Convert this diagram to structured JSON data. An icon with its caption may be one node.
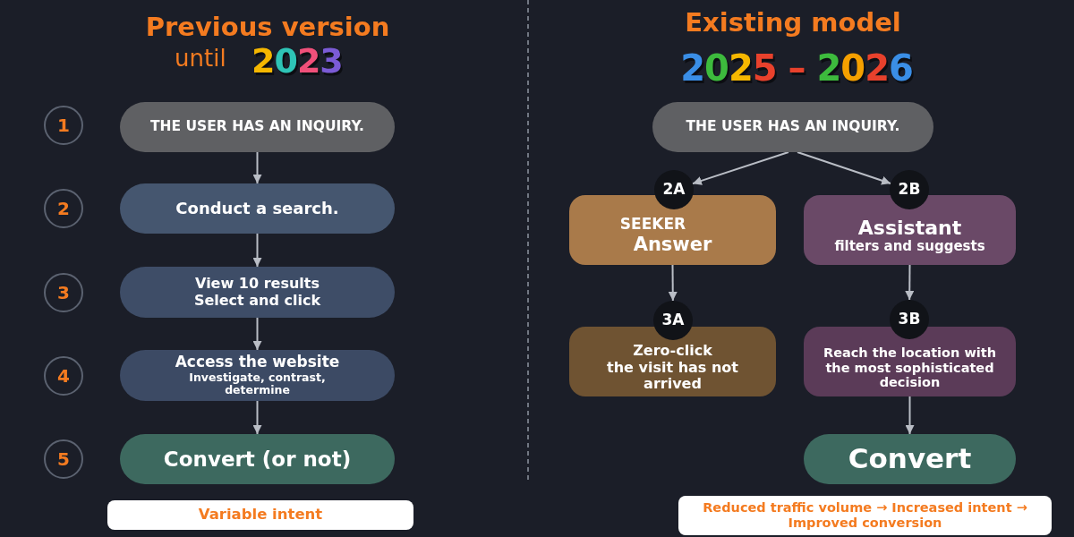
{
  "diagram": {
    "nodes": [
      {
        "text": [
          "1"
        ]
      },
      {
        "text": [
          "THE USER HAS AN INQUIRY."
        ]
      },
      {
        "text": [
          "2"
        ]
      },
      {
        "text": [
          "Conduct a search."
        ]
      },
      {
        "text": [
          "3"
        ]
      },
      {
        "text": [
          "View 10 results",
          "Select and click"
        ]
      },
      {
        "text": [
          "4"
        ]
      },
      {
        "text": [
          "Access the website",
          "Investigate, contrast, determine"
        ]
      },
      {
        "text": [
          "5"
        ]
      },
      {
        "text": [
          "Convert (or not)"
        ]
      },
      {
        "text": [
          "Variable intent"
        ]
      },
      {
        "text": [
          "THE USER HAS AN INQUIRY."
        ]
      },
      {
        "text": [
          "2A"
        ]
      },
      {
        "text": [
          "SEEKER",
          "Answer"
        ]
      },
      {
        "text": [
          "2B"
        ]
      },
      {
        "text": [
          "Assistant",
          "filters and suggests"
        ]
      },
      {
        "text": [
          "3A"
        ]
      },
      {
        "text": [
          "Zero-click",
          "the visit has not arrived"
        ]
      },
      {
        "text": [
          "3B"
        ]
      },
      {
        "text": [
          "Reach the location with the most sophisticated decision"
        ]
      },
      {
        "text": [
          "Convert"
        ]
      },
      {
        "text": [
          "Reduced traffic volume → Increased intent → Improved conversion"
        ]
      }
    ],
    "edges": [
      {
        "from": 1,
        "to": 3,
        "arrow": "to"
      },
      {
        "from": 3,
        "to": 5,
        "arrow": "to"
      },
      {
        "from": 5,
        "to": 7,
        "arrow": "to"
      },
      {
        "from": 7,
        "to": 9,
        "arrow": "to"
      },
      {
        "from": 11,
        "to": 12,
        "arrow": "to"
      },
      {
        "from": 11,
        "to": 14,
        "arrow": "to"
      },
      {
        "from": 13,
        "to": 16,
        "arrow": "to"
      },
      {
        "from": 15,
        "to": 18,
        "arrow": "to"
      },
      {
        "from": 19,
        "to": 20,
        "arrow": "to"
      }
    ],
    "labels": [
      "Previous version",
      "until",
      "2023",
      "Existing model",
      "2025 – 2026"
    ]
  }
}
